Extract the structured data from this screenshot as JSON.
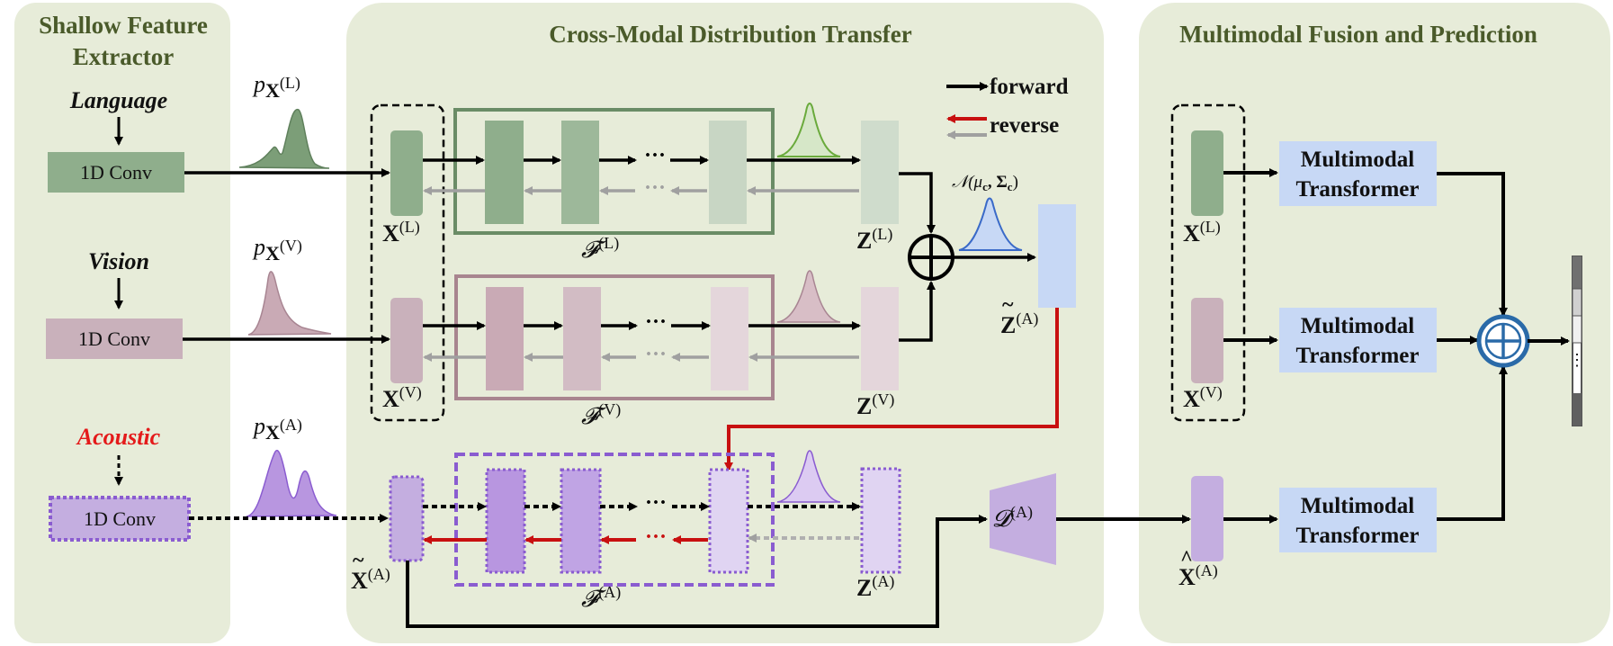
{
  "panels": {
    "extractor_title_line1": "Shallow Feature",
    "extractor_title_line2": "Extractor",
    "transfer_title": "Cross-Modal Distribution Transfer",
    "fusion_title": "Multimodal Fusion and Prediction"
  },
  "modalities": {
    "language": "Language",
    "vision": "Vision",
    "acoustic": "Acoustic"
  },
  "conv_label": "1D Conv",
  "legend": {
    "forward": "forward",
    "reverse": "reverse"
  },
  "math": {
    "p": "p",
    "X": "X",
    "Z": "Z",
    "F": "𝓕",
    "D": "𝓓",
    "sup_L": "(L)",
    "sup_V": "(V)",
    "sup_A": "(A)",
    "normal": "𝒩(μ",
    "normal_c1": "c",
    "normal_mid": ", Σ",
    "normal_c2": "c",
    "normal_end": ")",
    "tilde": "~",
    "hat": "^",
    "ellipsis": "···",
    "vdots": "⋮"
  },
  "fusion": {
    "mt_line1": "Multimodal",
    "mt_line2": "Transformer"
  },
  "colors": {
    "panel_bg": "#e7ecd9",
    "language": "#8fae8c",
    "vision": "#c9b1bb",
    "acoustic": "#c4aee0",
    "acoustic_border": "#8a5cd0",
    "z_fused": "#c7d8f5",
    "mt_box": "#c7d8f5",
    "reverse_red": "#c81010",
    "reverse_gray": "#a0a0a0",
    "title": "#4a5a2a",
    "oplus_blue": "#2a6aa8"
  }
}
